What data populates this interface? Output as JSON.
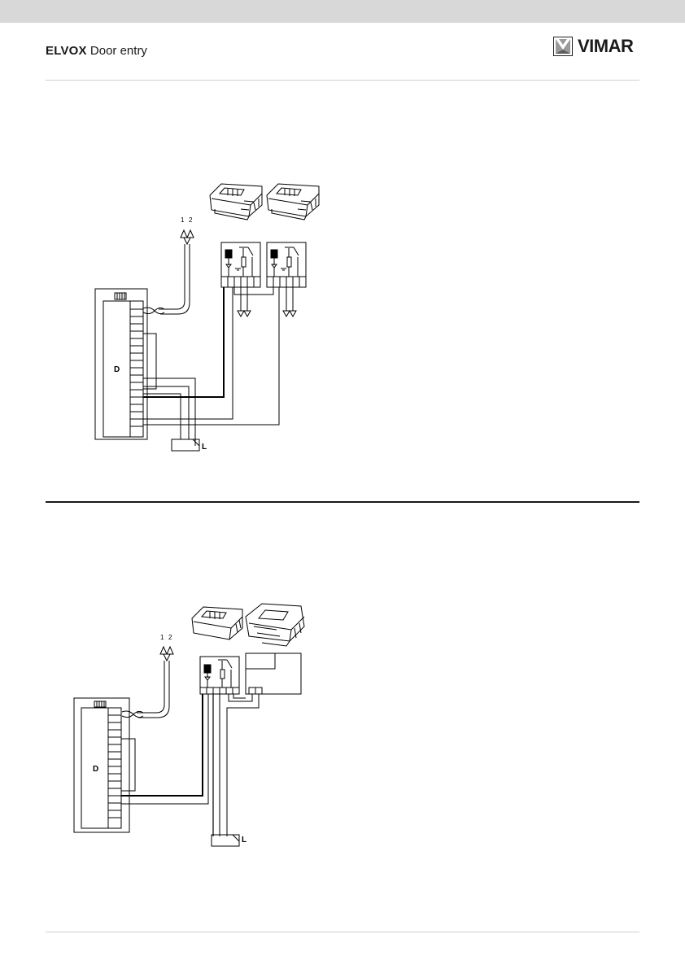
{
  "header": {
    "brand_bold": "ELVOX",
    "brand_rest": "Door entry",
    "logo_text": "VIMAR"
  },
  "diagram_top": {
    "terminal_1": "1",
    "terminal_2": "2",
    "panel_label": "D",
    "lock_label": "L"
  },
  "diagram_bottom": {
    "terminal_1": "1",
    "terminal_2": "2",
    "panel_label": "D",
    "lock_label": "L"
  }
}
